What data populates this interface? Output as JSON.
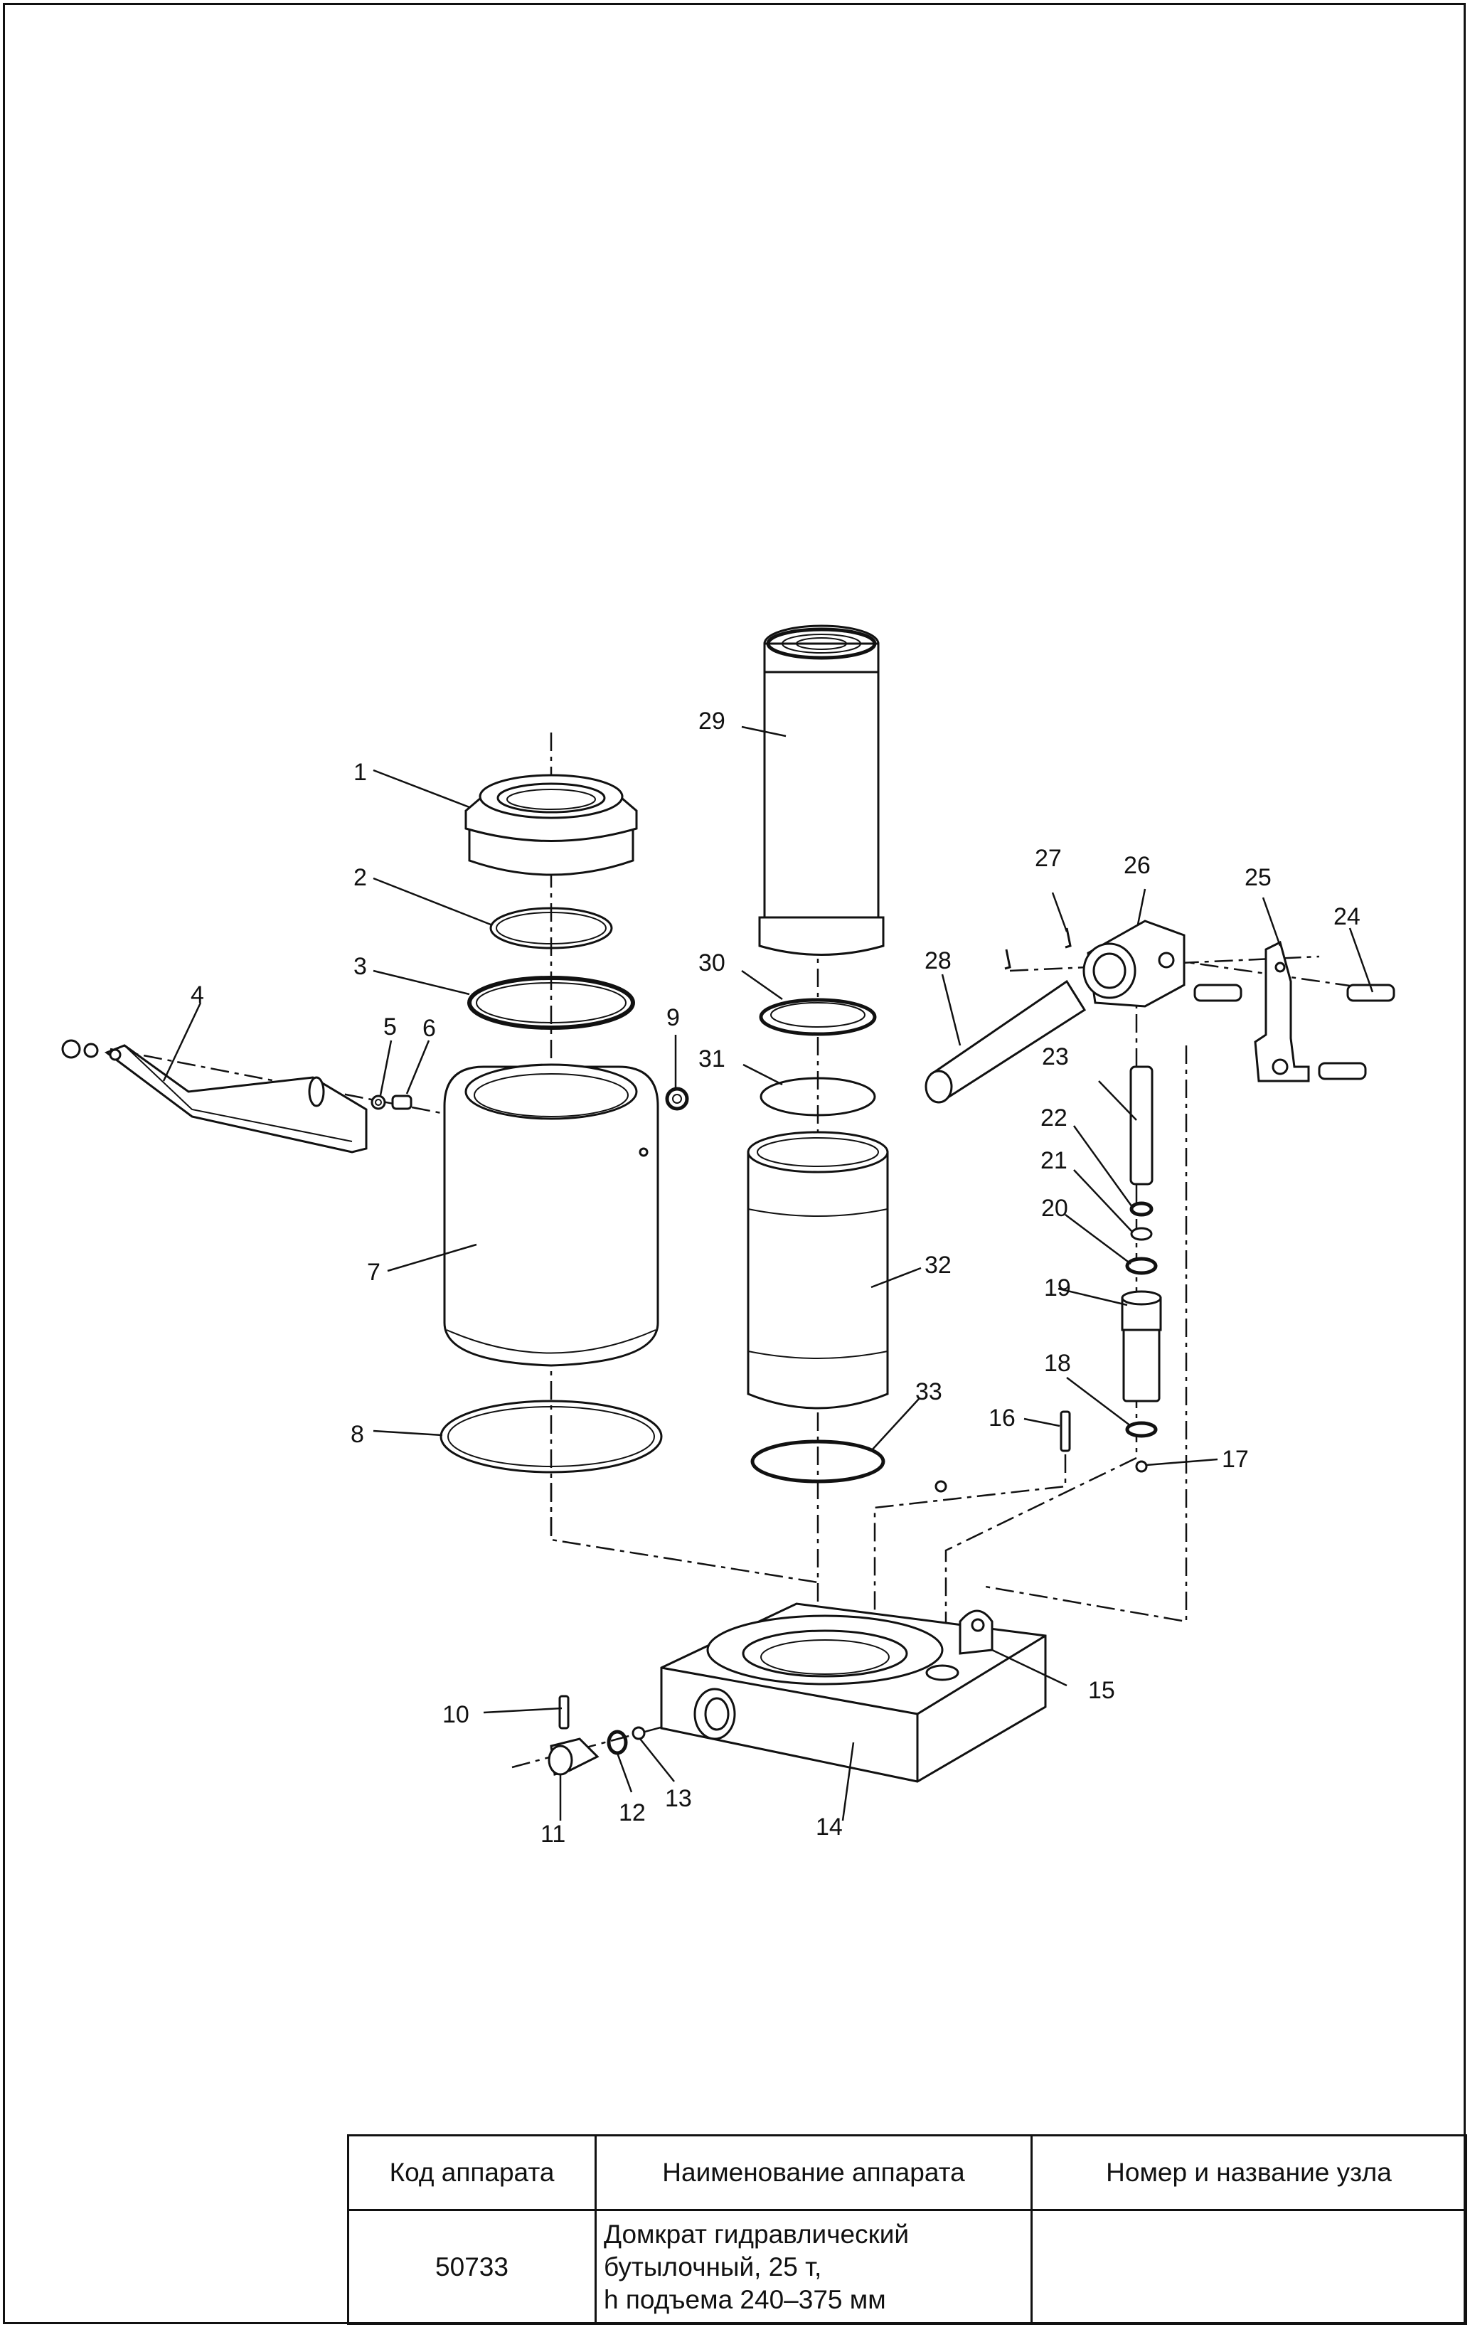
{
  "labels": [
    "1",
    "2",
    "3",
    "4",
    "5",
    "6",
    "7",
    "8",
    "9",
    "10",
    "11",
    "12",
    "13",
    "14",
    "15",
    "16",
    "17",
    "18",
    "19",
    "20",
    "21",
    "22",
    "23",
    "24",
    "25",
    "26",
    "27",
    "28",
    "29",
    "30",
    "31",
    "32",
    "33"
  ],
  "title_block": {
    "headers": [
      "Код аппарата",
      "Наименование аппарата",
      "Номер и название узла"
    ],
    "code": "50733",
    "name_lines": [
      "Домкрат гидравлический",
      "бутылочный, 25 т,",
      "h подъема 240–375 мм"
    ],
    "assembly": ""
  }
}
